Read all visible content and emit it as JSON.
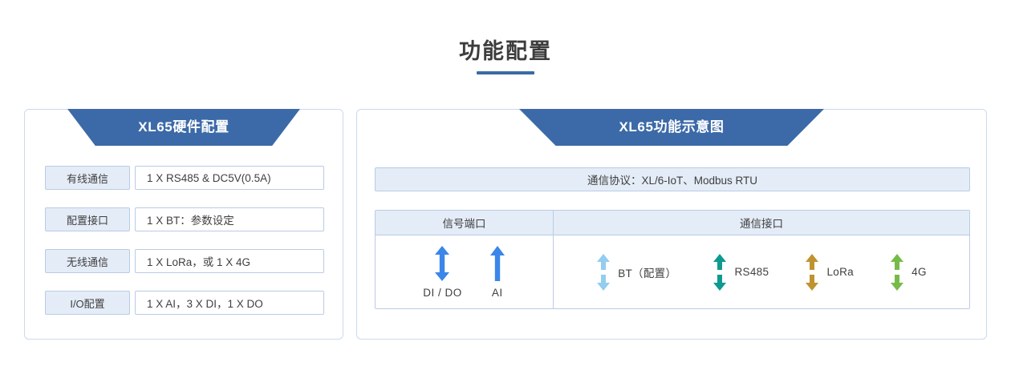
{
  "page": {
    "title": "功能配置",
    "accent_color": "#3a6ba5",
    "panel_border_color": "#cbd9ee",
    "label_cell_bg": "#e4ecf7"
  },
  "left_panel": {
    "banner_title": "XL65硬件配置",
    "specs": [
      {
        "label": "有线通信",
        "value": "1 X RS485 & DC5V(0.5A)"
      },
      {
        "label": "配置接口",
        "value": "1 X BT：参数设定"
      },
      {
        "label": "无线通信",
        "value": "1 X LoRa，或 1 X 4G"
      },
      {
        "label": "I/O配置",
        "value": "1 X AI，3 X DI，1 X DO"
      }
    ]
  },
  "right_panel": {
    "banner_title": "XL65功能示意图",
    "protocol_bar": "通信协议：XL/6-IoT、Modbus RTU",
    "table": {
      "headers": [
        "信号端口",
        "通信接口"
      ],
      "signal_ports": [
        {
          "label": "DI / DO",
          "icon": "arrow-bidirectional-icon",
          "color": "#3b86e8",
          "direction": "both"
        },
        {
          "label": "AI",
          "icon": "arrow-up-icon",
          "color": "#3b86e8",
          "direction": "up"
        }
      ],
      "comm_ports": [
        {
          "label": "BT（配置）",
          "icon": "arrow-bidirectional-split-icon",
          "color": "#93cdef"
        },
        {
          "label": "RS485",
          "icon": "arrow-bidirectional-split-icon",
          "color": "#0d9a91"
        },
        {
          "label": "LoRa",
          "icon": "arrow-bidirectional-split-icon",
          "color": "#c0932f"
        },
        {
          "label": "4G",
          "icon": "arrow-bidirectional-split-icon",
          "color": "#76bb4a"
        }
      ]
    }
  }
}
